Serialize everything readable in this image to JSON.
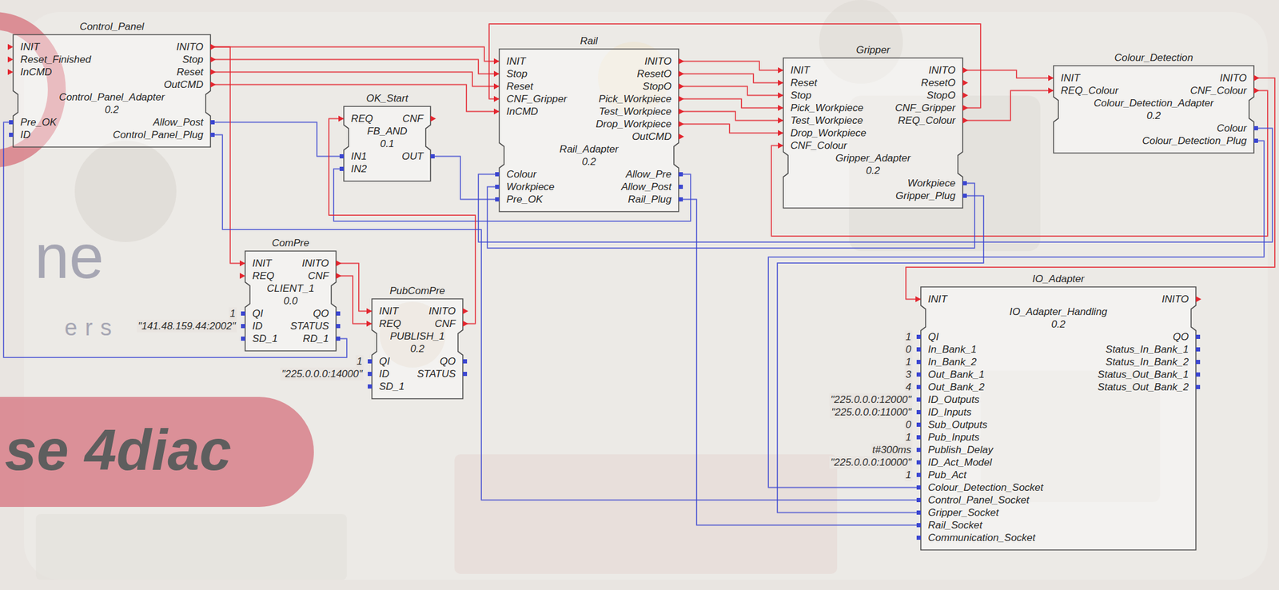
{
  "diagram": {
    "nodes": [
      {
        "text": [
          "Control_Panel",
          "Control_Panel_Adapter",
          "0.2",
          "INIT",
          "Reset_Finished",
          "InCMD",
          "INITO",
          "Stop",
          "Reset",
          "OutCMD",
          "Pre_OK",
          "ID",
          "Allow_Post",
          "Control_Panel_Plug"
        ]
      },
      {
        "text": [
          "OK_Start",
          "FB_AND",
          "0.1",
          "REQ",
          "CNF",
          "IN1",
          "IN2",
          "OUT"
        ]
      },
      {
        "text": [
          "Rail",
          "Rail_Adapter",
          "0.2",
          "INIT",
          "Stop",
          "Reset",
          "CNF_Gripper",
          "InCMD",
          "INITO",
          "ResetO",
          "StopO",
          "Pick_Workpiece",
          "Test_Workpiece",
          "Drop_Workpiece",
          "OutCMD",
          "Colour",
          "Workpiece",
          "Pre_OK",
          "Allow_Pre",
          "Allow_Post",
          "Rail_Plug"
        ]
      },
      {
        "text": [
          "Gripper",
          "Gripper_Adapter",
          "0.2",
          "INIT",
          "Reset",
          "Stop",
          "Pick_Workpiece",
          "Test_Workpiece",
          "Drop_Workpiece",
          "CNF_Colour",
          "INITO",
          "ResetO",
          "StopO",
          "CNF_Gripper",
          "REQ_Colour",
          "Workpiece",
          "Gripper_Plug"
        ]
      },
      {
        "text": [
          "Colour_Detection",
          "Colour_Detection_Adapter",
          "0.2",
          "INIT",
          "REQ_Colour",
          "INITO",
          "CNF_Colour",
          "Colour",
          "Colour_Detection_Plug"
        ]
      },
      {
        "text": [
          "ComPre",
          "CLIENT_1",
          "0.0",
          "INIT",
          "REQ",
          "INITO",
          "CNF",
          "QI",
          "ID",
          "SD_1",
          "QO",
          "STATUS",
          "RD_1"
        ]
      },
      {
        "text": [
          "PubComPre",
          "PUBLISH_1",
          "0.2",
          "INIT",
          "REQ",
          "INITO",
          "CNF",
          "QI",
          "ID",
          "SD_1",
          "QO",
          "STATUS"
        ]
      },
      {
        "text": [
          "IO_Adapter",
          "IO_Adapter_Handling",
          "0.2",
          "INIT",
          "INITO",
          "QI",
          "In_Bank_1",
          "In_Bank_2",
          "Out_Bank_1",
          "Out_Bank_2",
          "ID_Outputs",
          "ID_Inputs",
          "Sub_Outputs",
          "Pub_Inputs",
          "Publish_Delay",
          "ID_Act_Model",
          "Pub_Act",
          "Colour_Detection_Socket",
          "Control_Panel_Socket",
          "Gripper_Socket",
          "Rail_Socket",
          "Communication_Socket",
          "QO",
          "Status_In_Bank_1",
          "Status_In_Bank_2",
          "Status_Out_Bank_1",
          "Status_Out_Bank_2"
        ]
      }
    ],
    "edges": [
      {
        "from": 0,
        "to": 2,
        "arrow": "none"
      },
      {
        "from": 0,
        "to": 2,
        "arrow": "none"
      },
      {
        "from": 0,
        "to": 2,
        "arrow": "none"
      },
      {
        "from": 0,
        "to": 2,
        "arrow": "none"
      },
      {
        "from": 2,
        "to": 3,
        "arrow": "none"
      },
      {
        "from": 2,
        "to": 3,
        "arrow": "none"
      },
      {
        "from": 2,
        "to": 3,
        "arrow": "none"
      },
      {
        "from": 2,
        "to": 3,
        "arrow": "none"
      },
      {
        "from": 2,
        "to": 3,
        "arrow": "none"
      },
      {
        "from": 2,
        "to": 3,
        "arrow": "none"
      },
      {
        "from": 3,
        "to": 2,
        "arrow": "none"
      },
      {
        "from": 3,
        "to": 4,
        "arrow": "none"
      },
      {
        "from": 3,
        "to": 4,
        "arrow": "none"
      },
      {
        "from": 4,
        "to": 3,
        "arrow": "none"
      },
      {
        "from": 4,
        "to": 2,
        "arrow": "none"
      },
      {
        "from": 3,
        "to": 2,
        "arrow": "none"
      },
      {
        "from": 0,
        "to": 1,
        "arrow": "none"
      },
      {
        "from": 2,
        "to": 1,
        "arrow": "none"
      },
      {
        "from": 1,
        "to": 2,
        "arrow": "none"
      },
      {
        "from": 6,
        "to": 1,
        "arrow": "none"
      },
      {
        "from": 5,
        "to": 6,
        "arrow": "none"
      },
      {
        "from": 5,
        "to": 6,
        "arrow": "none"
      },
      {
        "from": 5,
        "to": 0,
        "arrow": "none"
      },
      {
        "from": 0,
        "to": 5,
        "arrow": "none"
      },
      {
        "from": 0,
        "to": 7,
        "arrow": "none"
      },
      {
        "from": 2,
        "to": 7,
        "arrow": "none"
      },
      {
        "from": 3,
        "to": 7,
        "arrow": "none"
      },
      {
        "from": 4,
        "to": 7,
        "arrow": "none"
      },
      {
        "from": 4,
        "to": 7,
        "arrow": "none"
      }
    ],
    "labels": [
      "1",
      "\"141.48.159.44:2002\"",
      "1",
      "\"225.0.0.0:14000\"",
      "1",
      "0",
      "1",
      "3",
      "4",
      "\"225.0.0.0:12000\"",
      "\"225.0.0.0:11000\"",
      "0",
      "1",
      "t#300ms",
      "\"225.0.0.0:10000\"",
      "1",
      "ne",
      "ers",
      "se 4diac"
    ]
  }
}
